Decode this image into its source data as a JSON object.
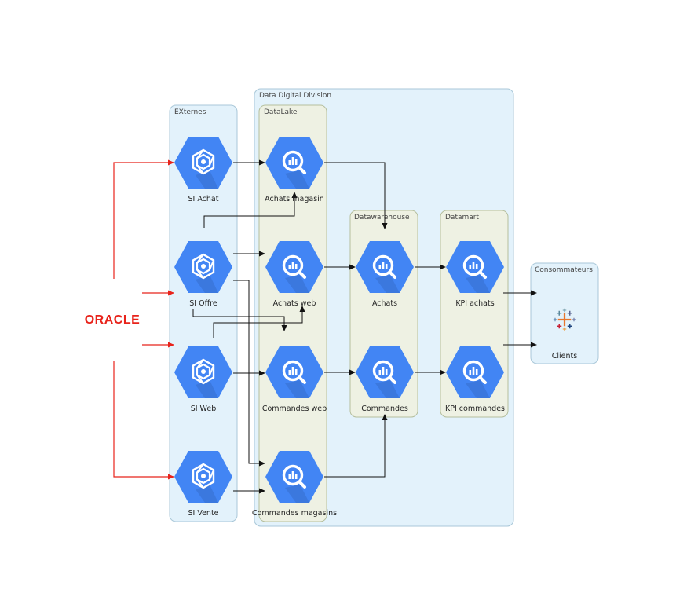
{
  "groups": {
    "division": "Data Digital Division",
    "externes": "EXternes",
    "datalake": "DataLake",
    "datawarehouse": "Datawarehouse",
    "datamart": "Datamart",
    "consommateurs": "Consommateurs"
  },
  "external_source": {
    "logo_text": "ORACLE",
    "color": "#e8231b"
  },
  "nodes": {
    "si_achat": "SI Achat",
    "si_offre": "SI Offre",
    "si_web": "SI Web",
    "si_vente": "SI Vente",
    "achats_magasin": "Achats magasin",
    "achats_web": "Achats web",
    "commandes_web": "Commandes web",
    "commandes_magasins": "Commandes magasins",
    "dw_achats": "Achats",
    "dw_commandes": "Commandes",
    "kpi_achats": "KPI achats",
    "kpi_commandes": "KPI commandes",
    "clients": "Clients"
  },
  "icons": {
    "source": "dataproc-icon",
    "bigquery": "bigquery-icon",
    "consumer": "tableau-icon"
  },
  "colors": {
    "hex_blue": "#4285f4",
    "hex_shadow": "#3367d6",
    "division_bg": "#e3f2fb",
    "layer_bg": "#eef1e3",
    "oracle_red": "#e8231b",
    "arrow": "#111111"
  }
}
